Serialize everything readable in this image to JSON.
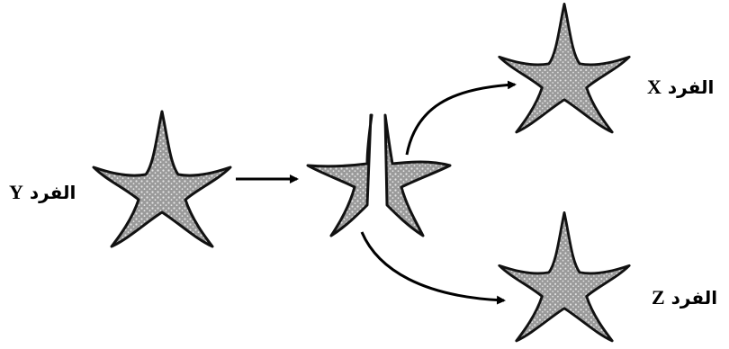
{
  "labels": {
    "individual_y": {
      "word": "الفرد",
      "letter": "Y"
    },
    "individual_x": {
      "word": "الفرد",
      "letter": "X"
    },
    "individual_z": {
      "word": "الفرد",
      "letter": "Z"
    }
  },
  "colors": {
    "star_fill": "#a6a6a6",
    "star_center": "#dcdcdc",
    "star_outline": "#111111",
    "arrow": "#000000"
  }
}
